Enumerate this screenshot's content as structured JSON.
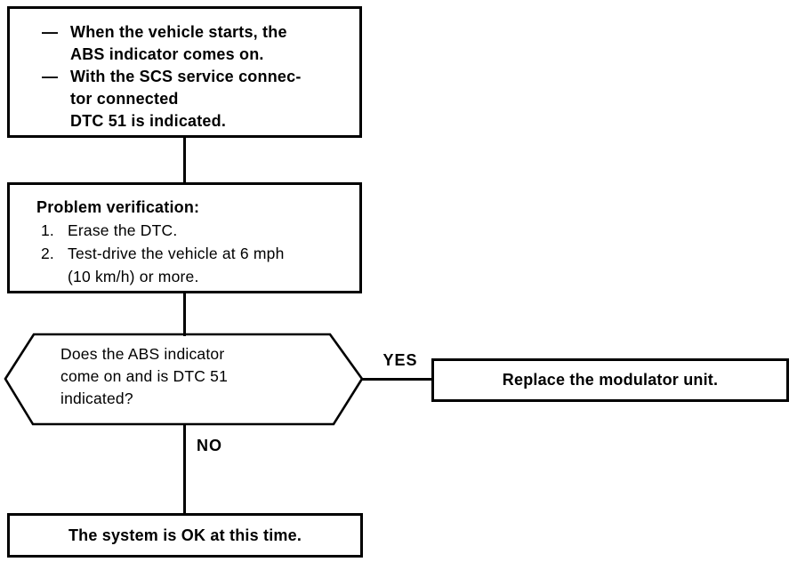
{
  "colors": {
    "ink": "#000000",
    "paper": "#ffffff"
  },
  "start_box": {
    "bullet_char": "—",
    "item1_line1": "When the vehicle starts, the",
    "item1_line2": "ABS indicator comes on.",
    "item2_line1": "With the SCS service connec-",
    "item2_line2": "tor connected",
    "item2_line3": "DTC 51 is indicated."
  },
  "verification_box": {
    "heading": "Problem verification:",
    "step1_num": "1.",
    "step1_line1": "Erase the DTC.",
    "step2_num": "2.",
    "step2_line1": "Test-drive the vehicle at 6 mph",
    "step2_line2": "(10 km/h) or more."
  },
  "decision": {
    "line1": "Does the ABS indicator",
    "line2": "come on and is DTC 51",
    "line3": "indicated?"
  },
  "labels": {
    "yes": "YES",
    "no": "NO"
  },
  "yes_box": {
    "text": "Replace the modulator unit."
  },
  "end_box": {
    "text": "The system is OK at this time."
  }
}
